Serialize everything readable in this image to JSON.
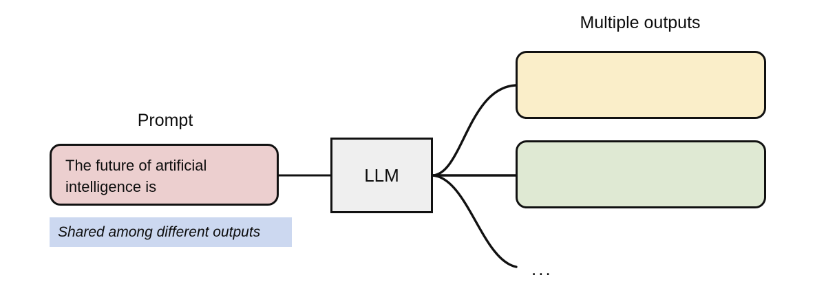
{
  "diagram": {
    "title_visible": false,
    "background_color": "#ffffff",
    "stroke_color": "#111111"
  },
  "captions": {
    "prompt": "Prompt",
    "outputs": "Multiple outputs",
    "ellipsis": "..."
  },
  "prompt_box": {
    "text": "The future of artificial\nintelligence is",
    "fill_color": "#eccfcf"
  },
  "llm_box": {
    "label": "LLM",
    "fill_color": "#efefef"
  },
  "output_boxes": [
    {
      "label": "",
      "fill_color": "#faeec9",
      "name": "output-box-1"
    },
    {
      "label": "",
      "fill_color": "#dfe9d3",
      "name": "output-box-2"
    }
  ],
  "shared_note": {
    "text": "Shared among different outputs",
    "fill_color": "#ccd8f0"
  },
  "edges": {
    "prompt_to_llm": "straight",
    "llm_to_output_1": "curved-up",
    "llm_to_output_2": "straight",
    "llm_to_ellipsis": "curved-down"
  }
}
